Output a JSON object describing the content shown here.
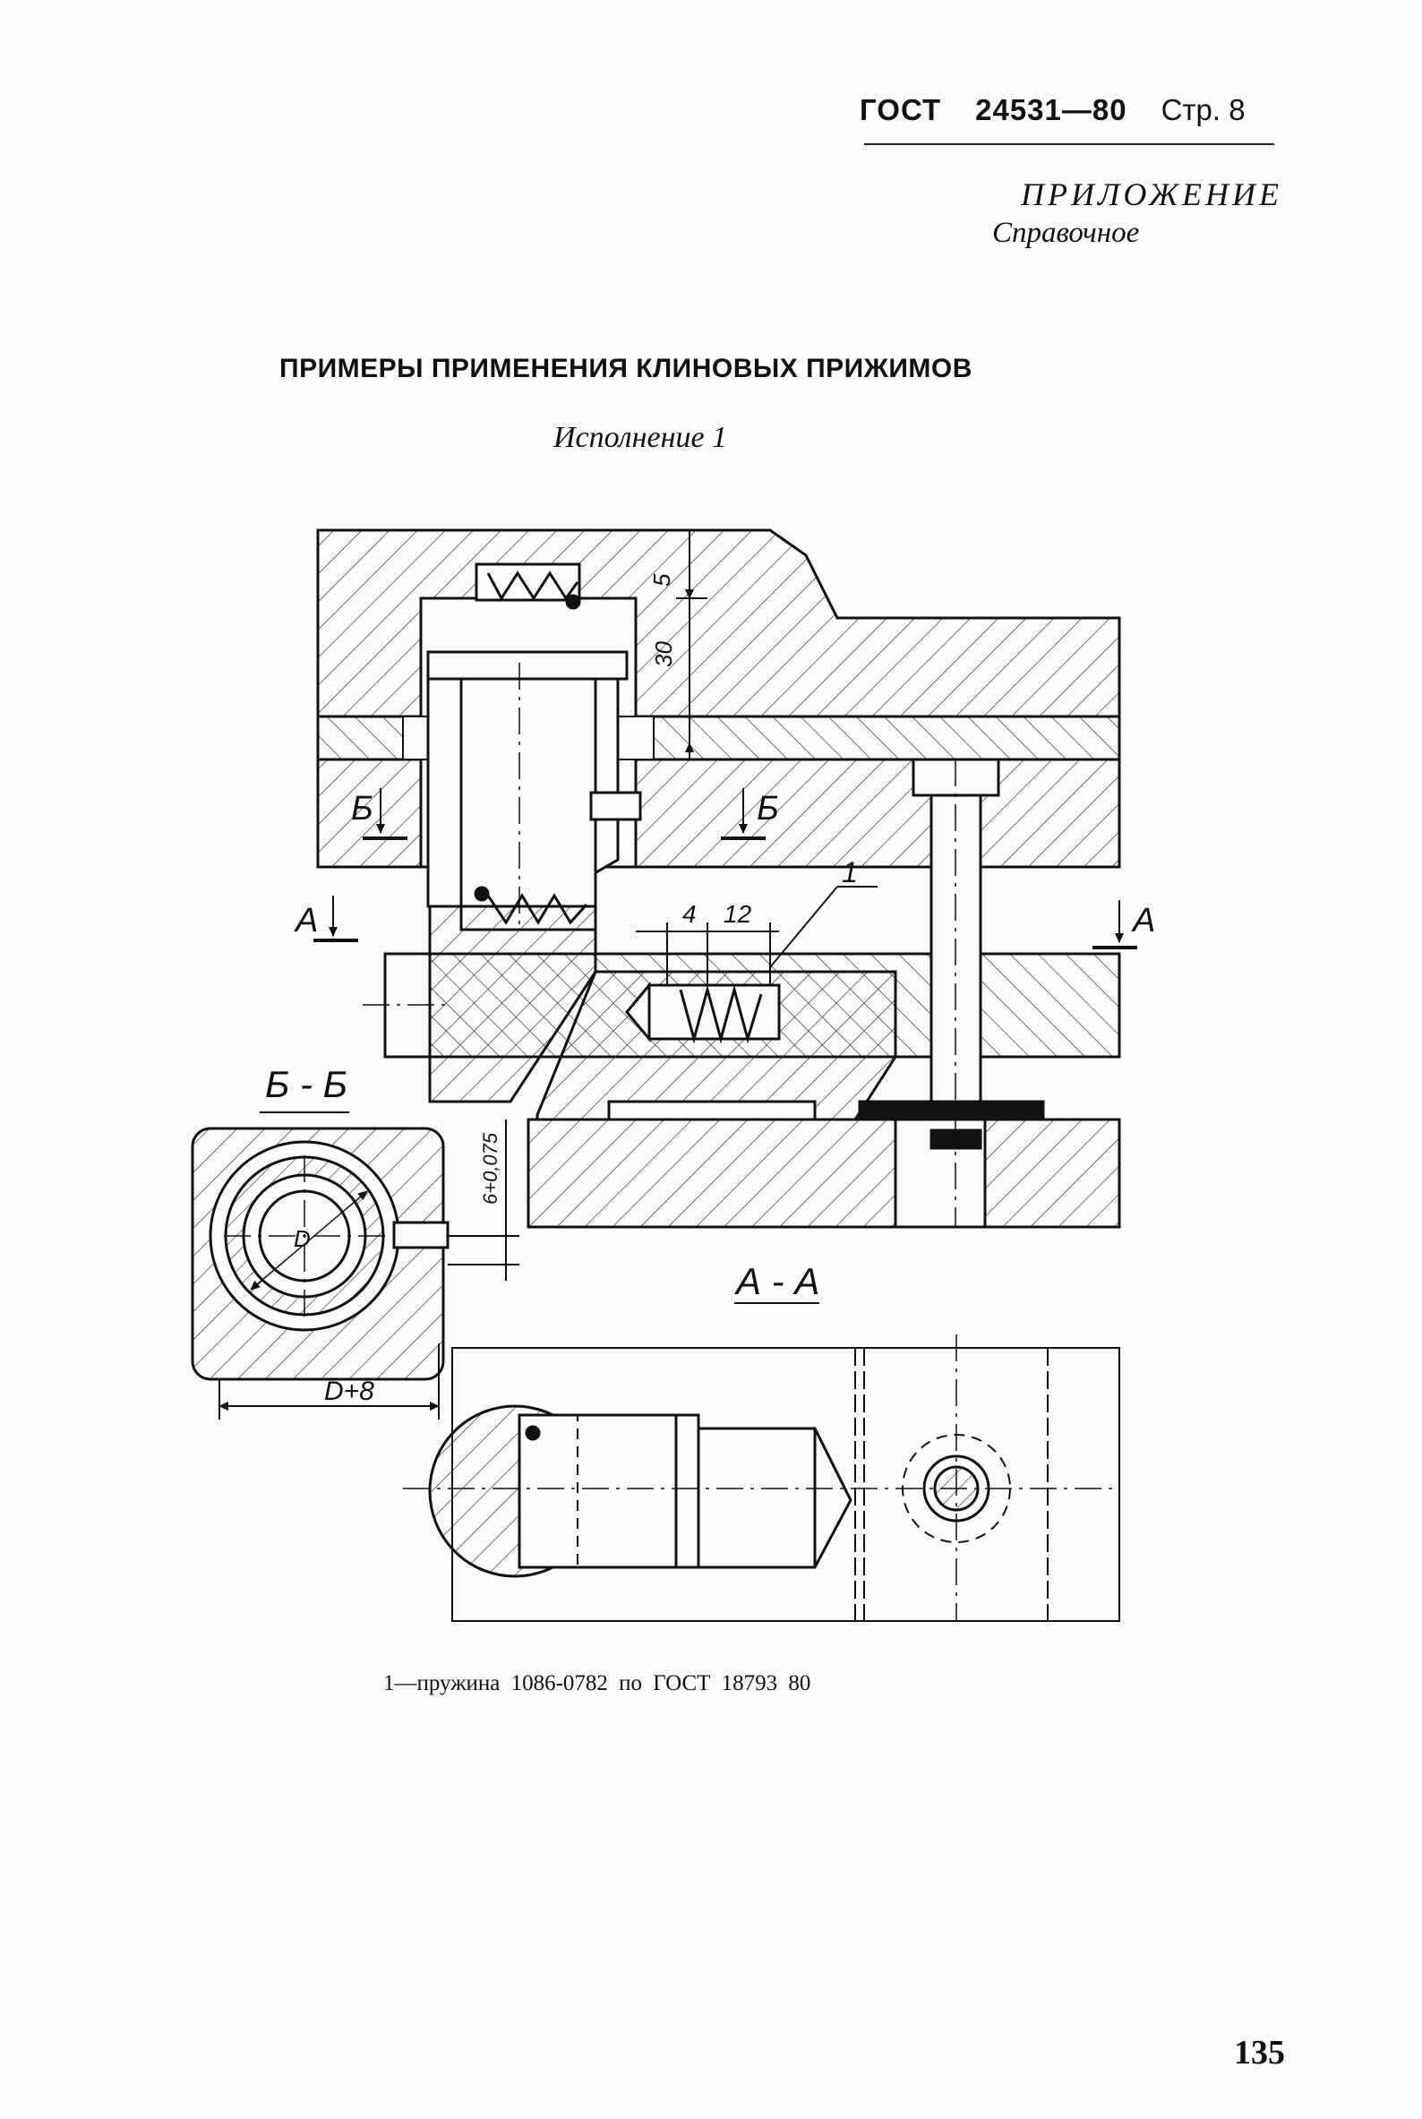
{
  "header": {
    "standard": "ГОСТ",
    "number": "24531—80",
    "page": "Стр. 8"
  },
  "appendix": {
    "label": "ПРИЛОЖЕНИЕ",
    "kind": "Справочное"
  },
  "title": "ПРИМЕРЫ ПРИМЕНЕНИЯ КЛИНОВЫХ ПРИЖИМОВ",
  "variant": "Исполнение 1",
  "drawing": {
    "dims": {
      "d5": "5",
      "d30": "30",
      "d4": "4",
      "d12": "12",
      "tol": "6+0,075",
      "dia": "D",
      "dplus": "D+8"
    },
    "labels": {
      "leader": "1",
      "b_left": "Б",
      "b_right": "Б",
      "a_left": "А",
      "a_right": "А",
      "sec_b": "Б - Б",
      "sec_a": "А - А"
    }
  },
  "caption": "1—пружина 1086-0782 по ГОСТ 18793  80",
  "page_number": "135"
}
